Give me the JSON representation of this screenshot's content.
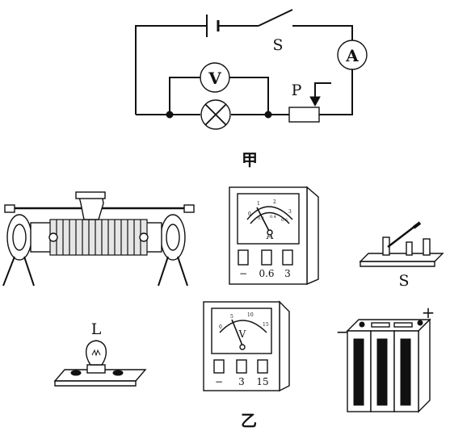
{
  "figure_a": {
    "caption": "甲",
    "switch_label": "S",
    "ammeter_symbol": "A",
    "voltmeter_symbol": "V",
    "slider_label": "P"
  },
  "figure_b": {
    "caption": "乙",
    "ammeter": {
      "symbol": "A",
      "terminals": [
        "−",
        "0.6",
        "3"
      ],
      "scale": [
        "0",
        "1",
        "2",
        "3",
        "0.2",
        "0.4",
        "0.6"
      ]
    },
    "voltmeter": {
      "symbol": "V",
      "terminals": [
        "−",
        "3",
        "15"
      ],
      "scale": [
        "0",
        "5",
        "10",
        "15"
      ]
    },
    "switch_label": "S",
    "lamp_label": "L",
    "battery": {
      "minus": "−",
      "plus": "+"
    }
  }
}
